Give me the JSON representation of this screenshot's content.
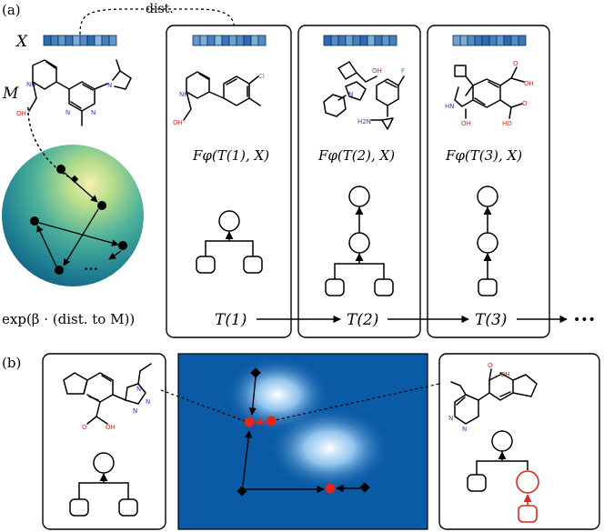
{
  "panel_labels": {
    "a": "(a)",
    "b": "(b)"
  },
  "labels": {
    "x_vector": "X",
    "molecule": "M",
    "dist": "dist.",
    "exp_formula": "exp(β · (dist. to M))",
    "ellipsis": "•••"
  },
  "steps": [
    {
      "formula": "Fφ(T(1), X)",
      "tree": "T(1)"
    },
    {
      "formula": "Fφ(T(2), X)",
      "tree": "T(2)"
    },
    {
      "formula": "Fφ(T(3), X)",
      "tree": "T(3)"
    }
  ],
  "atoms": {
    "nh": "NH",
    "oh": "OH",
    "n": "N",
    "cl": "Cl",
    "f": "F",
    "o": "O",
    "ho": "HO",
    "h2n": "H2N",
    "hn": "HN"
  },
  "colors": {
    "vector_dark": "#1f5fa8",
    "vector_light": "#a9cdea",
    "highlight_red": "#e1261c",
    "map_blue": "#0a5aa6"
  },
  "vectors": {
    "X": [
      0.9,
      0.7,
      0.5,
      0.8,
      0.3,
      0.6,
      0.9,
      0.2,
      0.7,
      0.5
    ],
    "s1": [
      0.5,
      0.3,
      0.7,
      0.2,
      0.8,
      0.4,
      0.6,
      0.9,
      0.3,
      0.6
    ],
    "s2": [
      0.9,
      0.6,
      0.8,
      0.4,
      0.7,
      0.9,
      0.3,
      0.8,
      0.5,
      0.7
    ],
    "s3": [
      0.4,
      0.3,
      0.6,
      0.8,
      0.9,
      0.7,
      0.5,
      0.9,
      0.6,
      0.8
    ]
  }
}
